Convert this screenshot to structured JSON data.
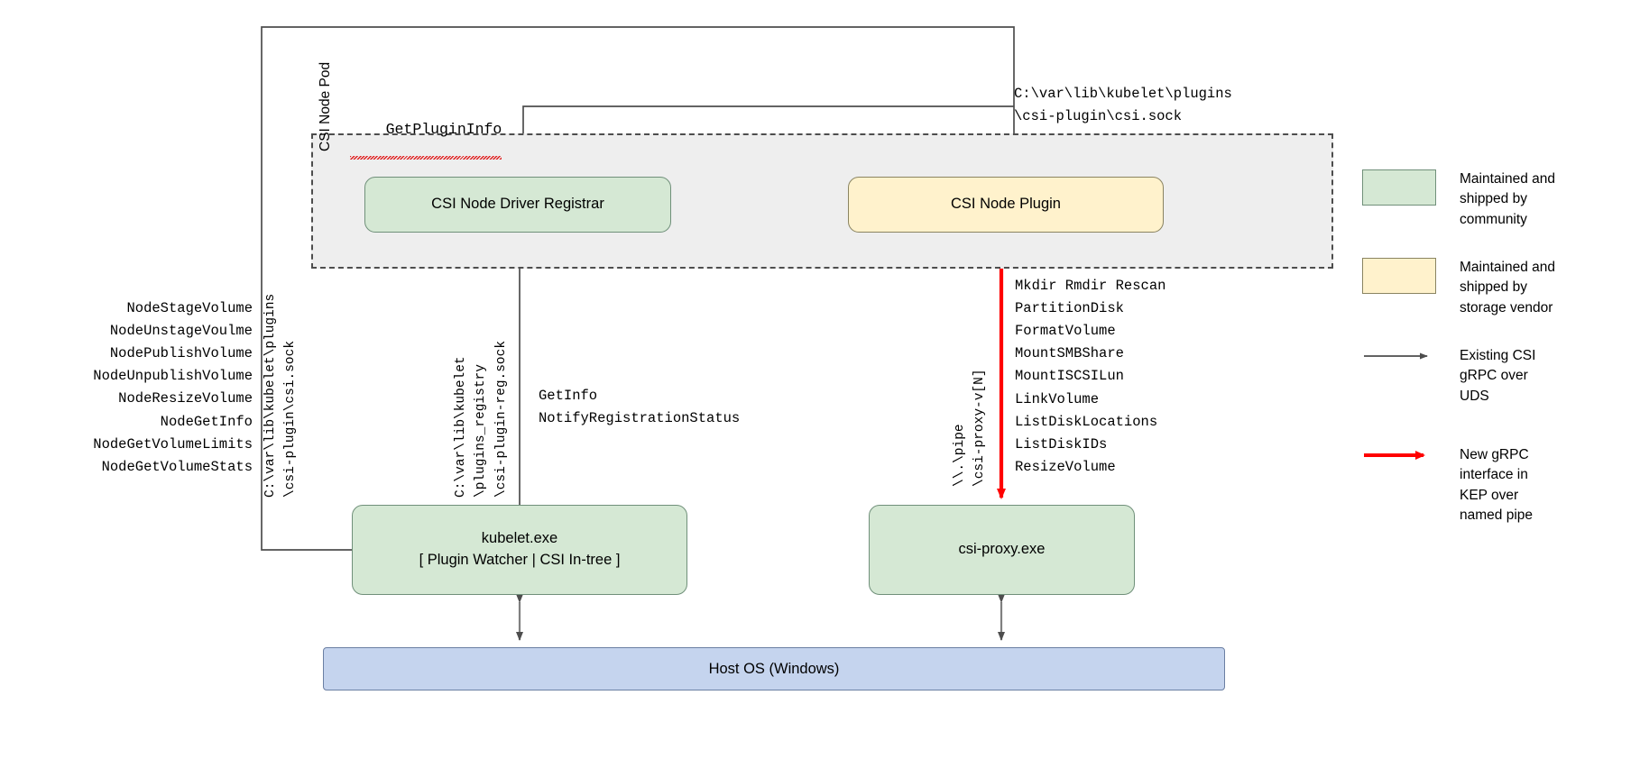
{
  "diagram": {
    "pod": {
      "label": "CSI Node Pod"
    },
    "boxes": {
      "registrar": "CSI Node Driver Registrar",
      "plugin": "CSI Node Plugin",
      "kubelet_line1": "kubelet.exe",
      "kubelet_line2": "[ Plugin Watcher | CSI In-tree ]",
      "proxy": "csi-proxy.exe",
      "host_os": "Host OS (Windows)"
    },
    "labels": {
      "get_plugin_info": "GetPluginInfo",
      "plugin_socket_path": "C:\\var\\lib\\kubelet\\plugins\n\\csi-plugin\\csi.sock",
      "kubelet_calls": "GetInfo\nNotifyRegistrationStatus",
      "vlabel_csi_sock": "C:\\var\\lib\\kubelet\\plugins\n\\csi-plugin\\csi.sock",
      "vlabel_registry_sock": "C:\\var\\lib\\kubelet\n\\plugins_registry\n\\csi-plugin-reg.sock",
      "vlabel_named_pipe": "\\\\.\\pipe\n\\csi-proxy-v[N]"
    },
    "node_operations": [
      "NodeStageVolume",
      "NodeUnstageVoulme",
      "NodePublishVolume",
      "NodeUnpublishVolume",
      "NodeResizeVolume",
      "NodeGetInfo",
      "NodeGetVolumeLimits",
      "NodeGetVolumeStats"
    ],
    "proxy_operations": [
      "Mkdir Rmdir Rescan",
      "PartitionDisk",
      "FormatVolume",
      "MountSMBShare",
      "MountISCSILun",
      "LinkVolume",
      "ListDiskLocations",
      "ListDiskIDs",
      "ResizeVolume"
    ],
    "legend": [
      {
        "kind": "swatch-green",
        "text": "Maintained and\nshipped by\ncommunity"
      },
      {
        "kind": "swatch-cream",
        "text": "Maintained and\nshipped by\nstorage vendor"
      },
      {
        "kind": "arrow-gray",
        "text": "Existing CSI\ngRPC over\nUDS"
      },
      {
        "kind": "arrow-red",
        "text": "New gRPC\ninterface in\nKEP over\nnamed pipe"
      }
    ],
    "colors": {
      "community_green": "#d5e8d4",
      "vendor_cream": "#fff2cc",
      "host_blue": "#c5d4ee",
      "pod_gray": "#eeeeee",
      "line_gray": "#4d4d4d",
      "new_interface_red": "#ff0000"
    }
  }
}
